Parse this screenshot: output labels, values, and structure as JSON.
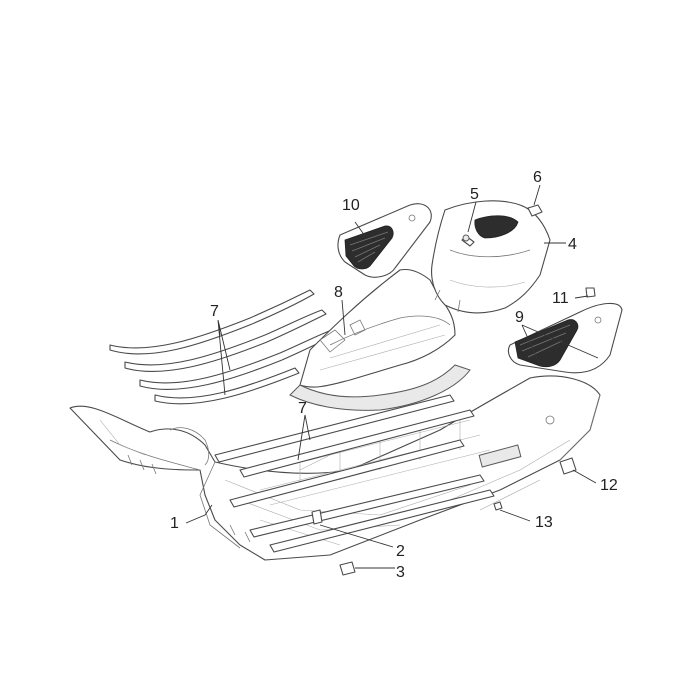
{
  "callouts": {
    "c1": "1",
    "c2": "2",
    "c3": "3",
    "c4": "4",
    "c5": "5",
    "c6": "6",
    "c7a": "7",
    "c7b": "7",
    "c8": "8",
    "c9": "9",
    "c10": "10",
    "c11": "11",
    "c12": "12",
    "c13": "13"
  },
  "colors": {
    "outline": "#4a4a4a",
    "text": "#222222",
    "background": "#ffffff"
  }
}
